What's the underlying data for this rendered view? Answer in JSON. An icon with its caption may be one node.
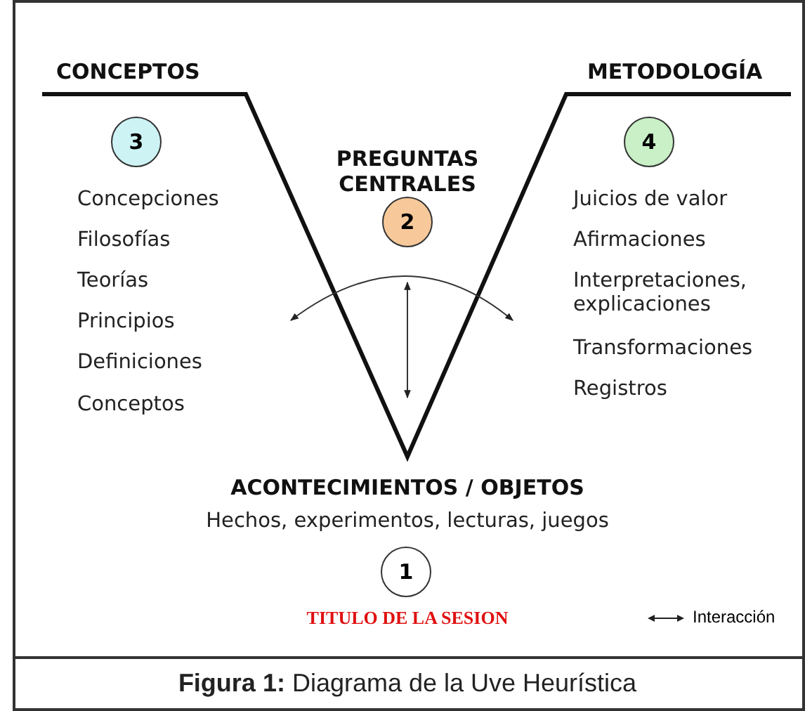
{
  "diagram": {
    "caption": "**Figura 1:** Diagrama de la Uve Heurística",
    "nodes": [
      {
        "text": [
          "3"
        ]
      },
      {
        "text": [
          "2"
        ]
      },
      {
        "text": [
          "4"
        ]
      },
      {
        "text": [
          "1"
        ]
      }
    ],
    "labels": [
      "CONCEPTOS",
      "METODOLOGÍA",
      "PREGUNTAS CENTRALES",
      "Concepciones",
      "Filosofías",
      "Teorías",
      "Principios",
      "Definiciones",
      "Conceptos",
      "Juicios de valor",
      "Afirmaciones",
      "Interpretaciones, explicaciones",
      "Transformaciones",
      "Registros",
      "ACONTECIMIENTOS / OBJETOS",
      "Hechos, experimentos, lecturas, juegos",
      "TITULO DE LA SESION"
    ],
    "legend": [
      {
        "text": "Interacción"
      }
    ]
  }
}
